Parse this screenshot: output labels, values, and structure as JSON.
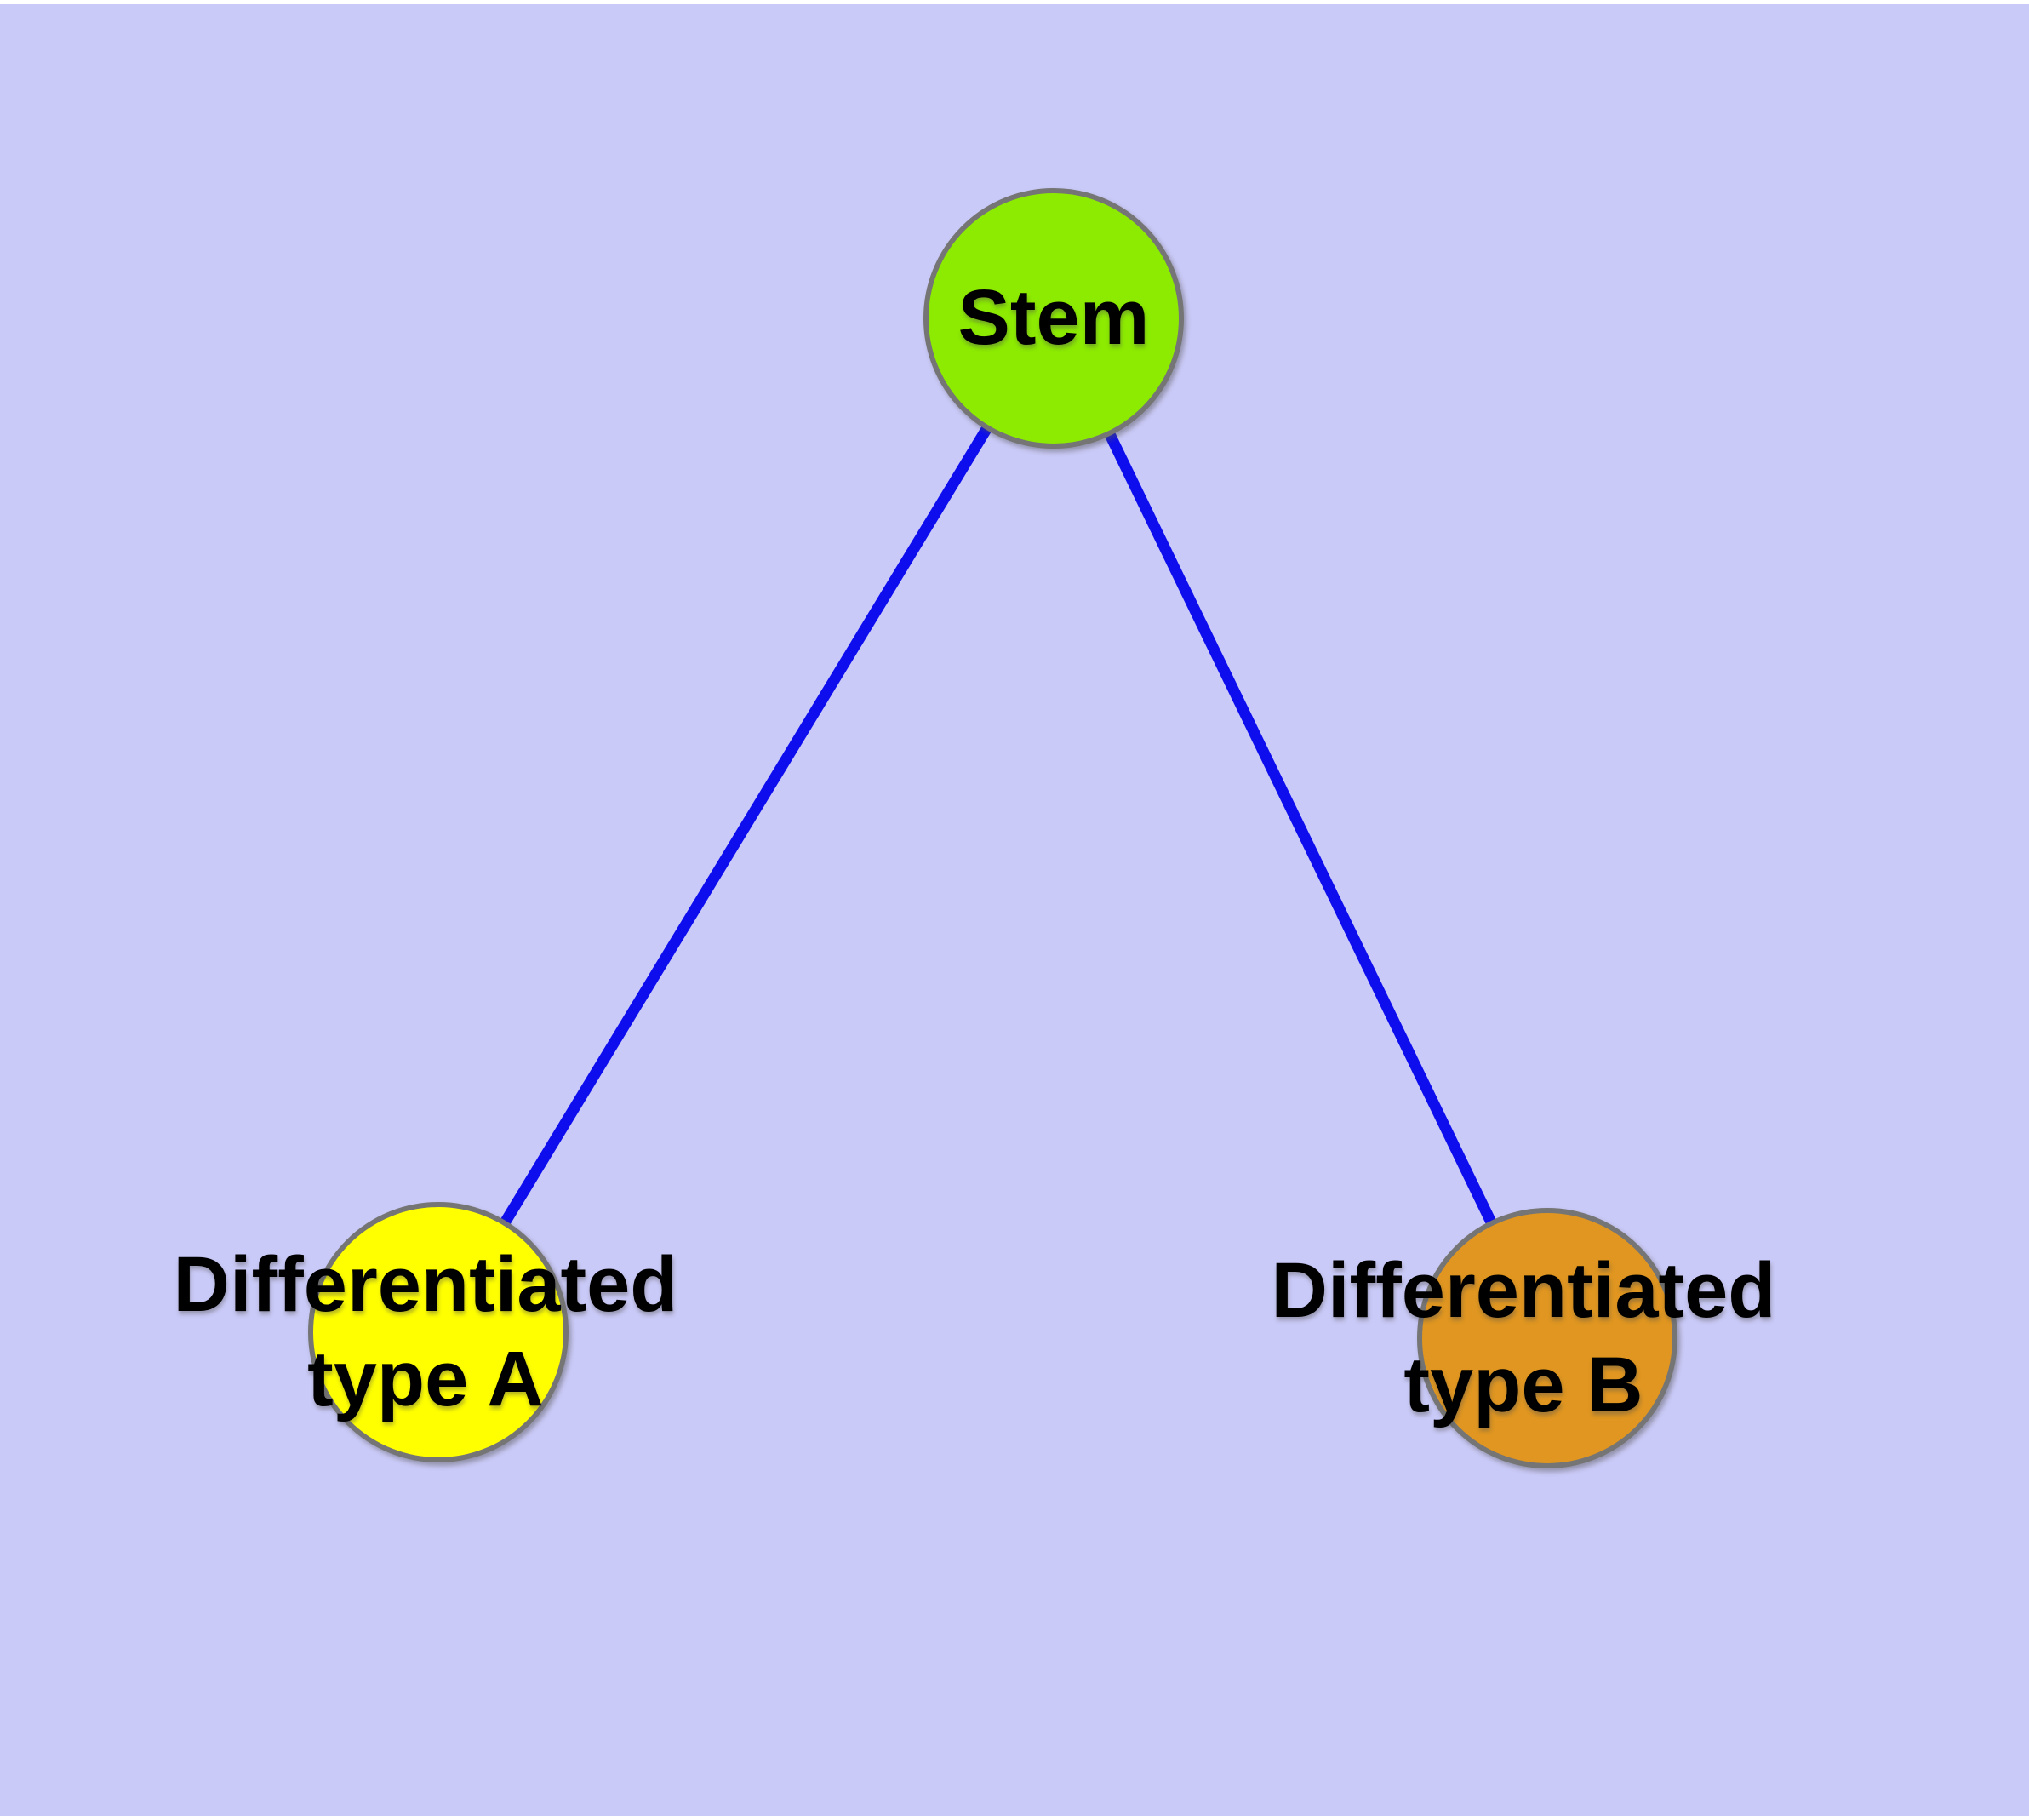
{
  "canvas": {
    "background_color": "#cacaf8",
    "margin_color": "#ffffff"
  },
  "diagram": {
    "type": "graph",
    "edge_color": "#0d0dee",
    "node_border_color": "#757575",
    "text_color": "#000000",
    "nodes": {
      "stem": {
        "label": "Stem",
        "fill": "#8ceb00"
      },
      "type_a": {
        "label_line1": "Differentiated",
        "label_line2": "type A",
        "fill": "#ffff00"
      },
      "type_b": {
        "label_line1": "Differentiated",
        "label_line2": "type B",
        "fill": "#e09620"
      }
    },
    "edges": [
      {
        "from": "stem",
        "to": "type_a"
      },
      {
        "from": "stem",
        "to": "type_b"
      }
    ]
  }
}
